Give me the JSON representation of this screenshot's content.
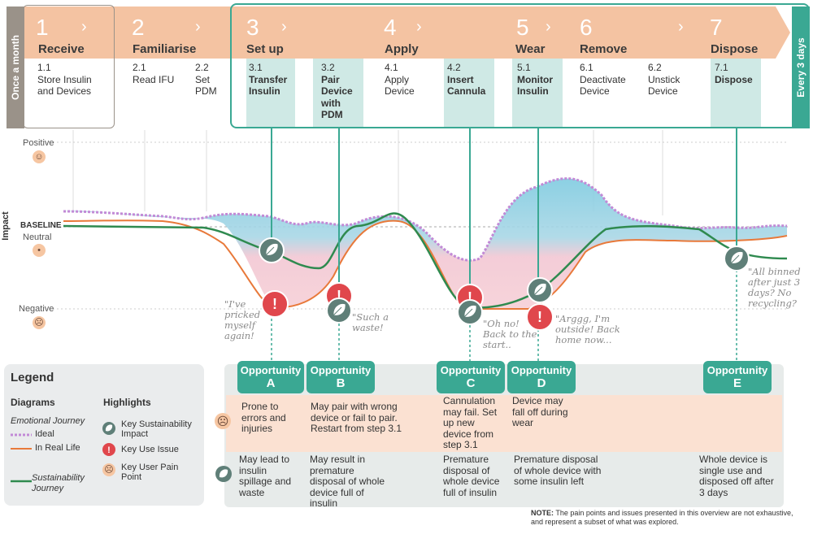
{
  "side": {
    "left_label": "Once a month",
    "right_label": "Every 3 days"
  },
  "stages": [
    {
      "num": "1",
      "name": "Receive"
    },
    {
      "num": "2",
      "name": "Familiarise"
    },
    {
      "num": "3",
      "name": "Set up"
    },
    {
      "num": "4",
      "name": "Apply"
    },
    {
      "num": "5",
      "name": "Wear"
    },
    {
      "num": "6",
      "name": "Remove"
    },
    {
      "num": "7",
      "name": "Dispose"
    }
  ],
  "steps": [
    {
      "num": "1.1",
      "label": "Store Insulin and Devices"
    },
    {
      "num": "2.1",
      "label": "Read IFU"
    },
    {
      "num": "2.2",
      "label": "Set PDM"
    },
    {
      "num": "3.1",
      "label": "Transfer Insulin"
    },
    {
      "num": "3.2",
      "label": "Pair Device with PDM"
    },
    {
      "num": "4.1",
      "label": "Apply Device"
    },
    {
      "num": "4.2",
      "label": "Insert Cannula"
    },
    {
      "num": "5.1",
      "label": "Monitor Insulin"
    },
    {
      "num": "6.1",
      "label": "Deactivate Device"
    },
    {
      "num": "6.2",
      "label": "Unstick Device"
    },
    {
      "num": "7.1",
      "label": "Dispose"
    }
  ],
  "axis": {
    "title": "Impact",
    "positive": "Positive",
    "baseline": "BASELINE",
    "neutral": "Neutral",
    "negative": "Negative"
  },
  "quotes": [
    "\"I've pricked myself again!",
    "\"Such a waste!",
    "\"Oh no! Back to the start..",
    "\"Arggg, I'm outside! Back home now...",
    "\"All binned after just 3 days? No recycling?"
  ],
  "opportunities": [
    {
      "title": "Opportunity",
      "letter": "A",
      "pain": "Prone to errors and injuries",
      "sustain": "May lead to insulin spillage and waste"
    },
    {
      "title": "Opportunity",
      "letter": "B",
      "pain": "May pair with wrong device or fail to pair. Restart from step 3.1",
      "sustain": "May result in premature disposal of whole device full of insulin"
    },
    {
      "title": "Opportunity",
      "letter": "C",
      "pain": "Cannulation may fail. Set up new device from step 3.1",
      "sustain": "Premature disposal of whole device full of insulin"
    },
    {
      "title": "Opportunity",
      "letter": "D",
      "pain": "Device may fall off during wear",
      "sustain": "Premature disposal of whole device with some insulin left"
    },
    {
      "title": "Opportunity",
      "letter": "E",
      "pain": "",
      "sustain": "Whole device is single use and disposed off after 3 days"
    }
  ],
  "legend": {
    "title": "Legend",
    "diagrams_title": "Diagrams",
    "emotional": "Emotional Journey",
    "ideal": "Ideal",
    "real": "In Real Life",
    "sustain": "Sustainability Journey",
    "highlights_title": "Highlights",
    "key_sustain": "Key Sustainability Impact",
    "key_use": "Key Use Issue",
    "key_pain": "Key User Pain Point"
  },
  "note": {
    "bold": "NOTE:",
    "text": "The pain points and issues presented in this overview are not exhaustive, and represent a subset of what was explored."
  },
  "colors": {
    "stage": "#f4c3a2",
    "teal": "#3aa893",
    "highlight": "#cfe9e5",
    "red": "#e0474c",
    "orange": "#e8793a",
    "green": "#2f8a4f",
    "ideal": "#c28ad6"
  }
}
